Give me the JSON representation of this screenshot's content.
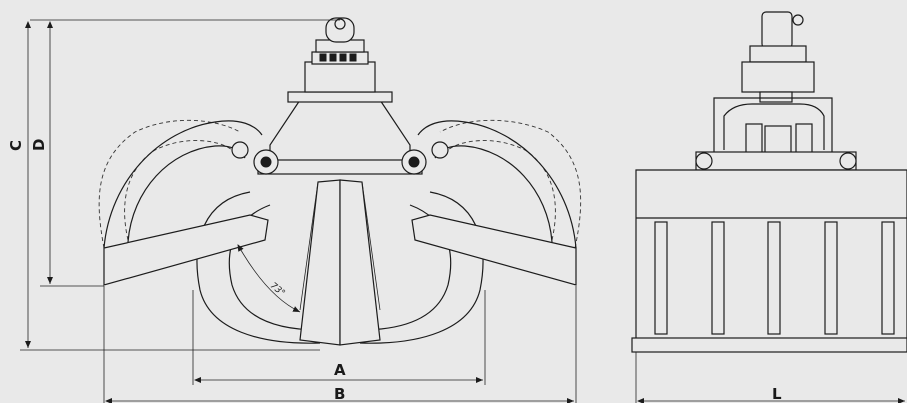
{
  "diagram": {
    "angle_label": "73°",
    "dimensions": {
      "A": "A",
      "B": "B",
      "C": "C",
      "D": "D",
      "L": "L"
    },
    "colors": {
      "background": "#e9e9e9",
      "line": "#1c1c1c"
    }
  }
}
